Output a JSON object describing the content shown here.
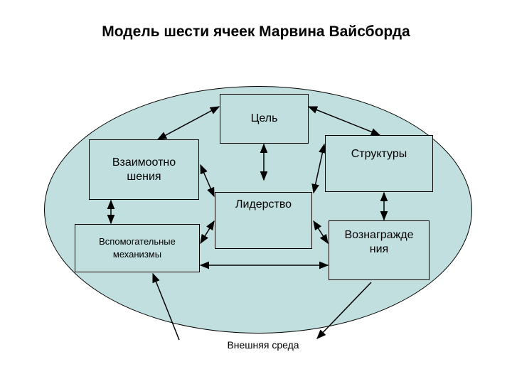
{
  "diagram": {
    "title": "Модель шести ячеек Марвина Вайсборда",
    "nodes": {
      "goal": "Цель",
      "structures": "Структуры",
      "relations": "Взаимоотно\nшения",
      "leadership": "Лидерство",
      "mechanisms": "Вспомогательные\nмеханизмы",
      "rewards": "Вознагражде\nния"
    },
    "environment": "Внешняя среда",
    "colors": {
      "fill": "#c2dfe0",
      "stroke": "#000000"
    }
  }
}
